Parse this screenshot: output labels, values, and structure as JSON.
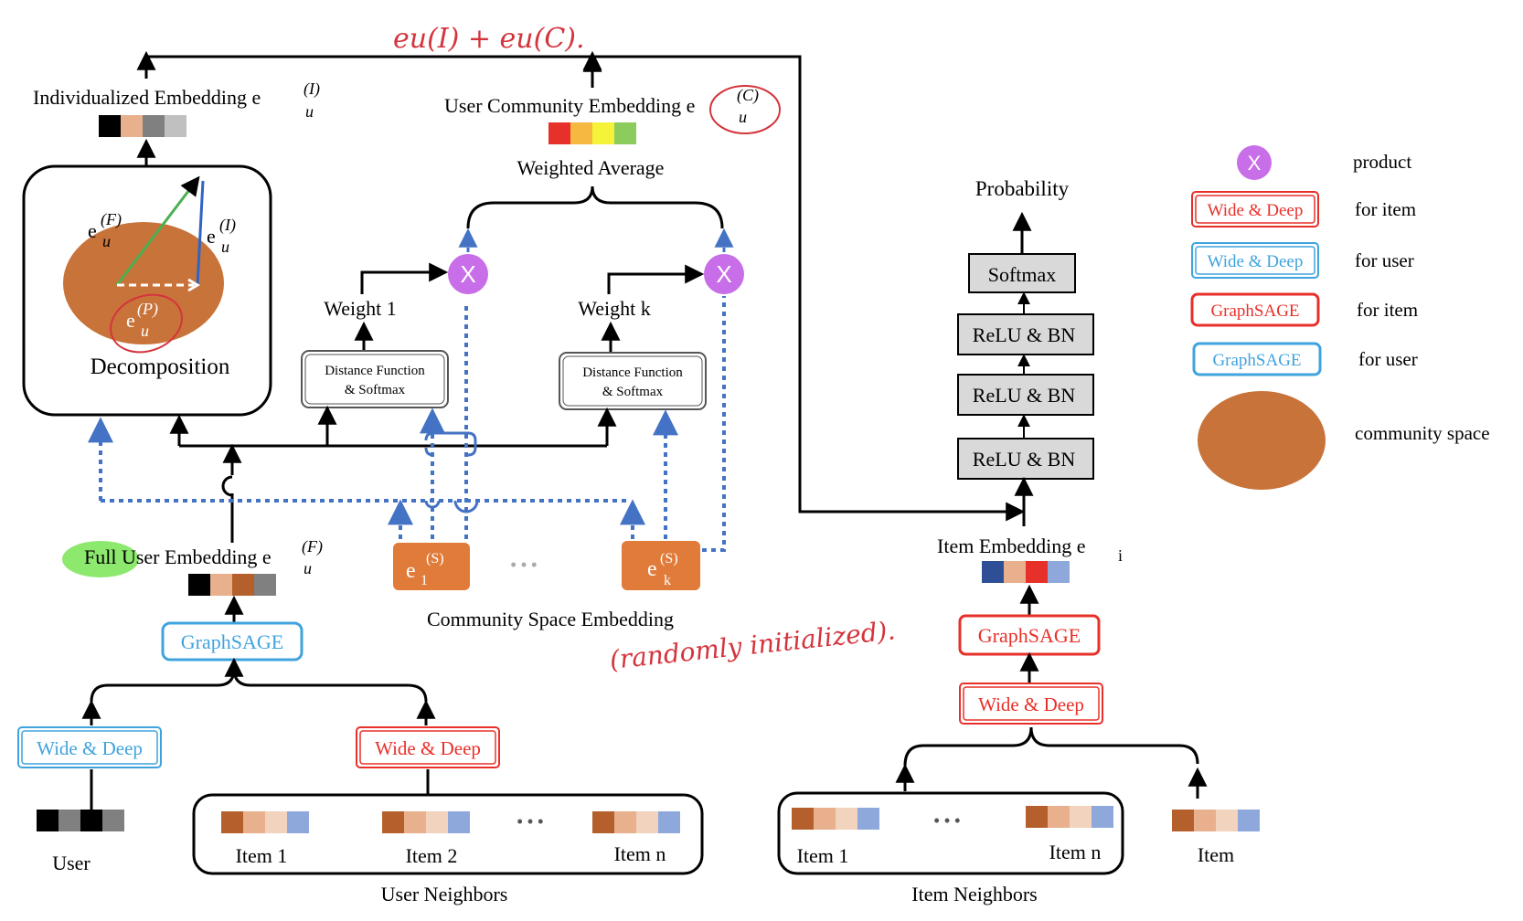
{
  "colors": {
    "red": "#e8302a",
    "blue": "#3fa3de",
    "dash_blue": "#4472c4",
    "orange": "#c8733a",
    "community": "#e07b39",
    "purple": "#c86ee8",
    "grey_box": "#d9d9d9",
    "annotation_red": "#d4343c",
    "highlight": "#8de86e"
  },
  "header": {
    "individualized_embedding": "Individualized Embedding e",
    "individualized_sup": "(I)",
    "individualized_sub": "u",
    "user_community_embedding": "User Community Embedding e",
    "community_sup": "(C)",
    "community_sub": "u",
    "weighted_average": "Weighted Average"
  },
  "decomposition": {
    "label": "Decomposition",
    "e_f": "e",
    "e_f_sup": "(F)",
    "e_f_sub": "u",
    "e_i": "e",
    "e_i_sup": "(I)",
    "e_i_sub": "u",
    "e_p": "e",
    "e_p_sup": "(P)",
    "e_p_sub": "u"
  },
  "weights": {
    "weight_1": "Weight 1",
    "weight_k": "Weight k",
    "distance_1_line1": "Distance Function",
    "distance_1_line2": "& Softmax",
    "distance_k_line1": "Distance Function",
    "distance_k_line2": "& Softmax",
    "product_symbol": "X"
  },
  "community_space": {
    "e1": "e",
    "e1_sup": "(S)",
    "e1_sub": "1",
    "ek": "e",
    "ek_sup": "(S)",
    "ek_sub": "k",
    "caption": "Community Space Embedding"
  },
  "user_side": {
    "full_user_embedding": "Full User Embedding e",
    "full_sup": "(F)",
    "full_sub": "u",
    "graphsage": "GraphSAGE",
    "wide_deep_user": "Wide & Deep",
    "wide_deep_item": "Wide & Deep",
    "user_label": "User",
    "item_1": "Item 1",
    "item_2": "Item 2",
    "item_n": "Item n",
    "user_neighbors": "User Neighbors"
  },
  "item_side": {
    "probability": "Probability",
    "softmax": "Softmax",
    "relu_bn_1": "ReLU & BN",
    "relu_bn_2": "ReLU & BN",
    "relu_bn_3": "ReLU & BN",
    "item_embedding": "Item Embedding  e",
    "item_embedding_sub": "i",
    "graphsage": "GraphSAGE",
    "wide_deep": "Wide & Deep",
    "item_1": "Item 1",
    "item_n": "Item n",
    "item_label": "Item",
    "item_neighbors": "Item Neighbors"
  },
  "legend": {
    "product_symbol": "X",
    "product": "product",
    "wide_deep_item_box": "Wide & Deep",
    "wide_deep_item_desc": "for  item",
    "wide_deep_user_box": "Wide & Deep",
    "wide_deep_user_desc": "for  user",
    "graphsage_item_box": "GraphSAGE",
    "graphsage_item_desc": "for  item",
    "graphsage_user_box": "GraphSAGE",
    "graphsage_user_desc": "for  user",
    "community_space": "community  space"
  },
  "annotations": {
    "top_note": "eu(I) + eu(C).",
    "random_note": "(randomly initialized)."
  },
  "ellipsis": "• • •"
}
